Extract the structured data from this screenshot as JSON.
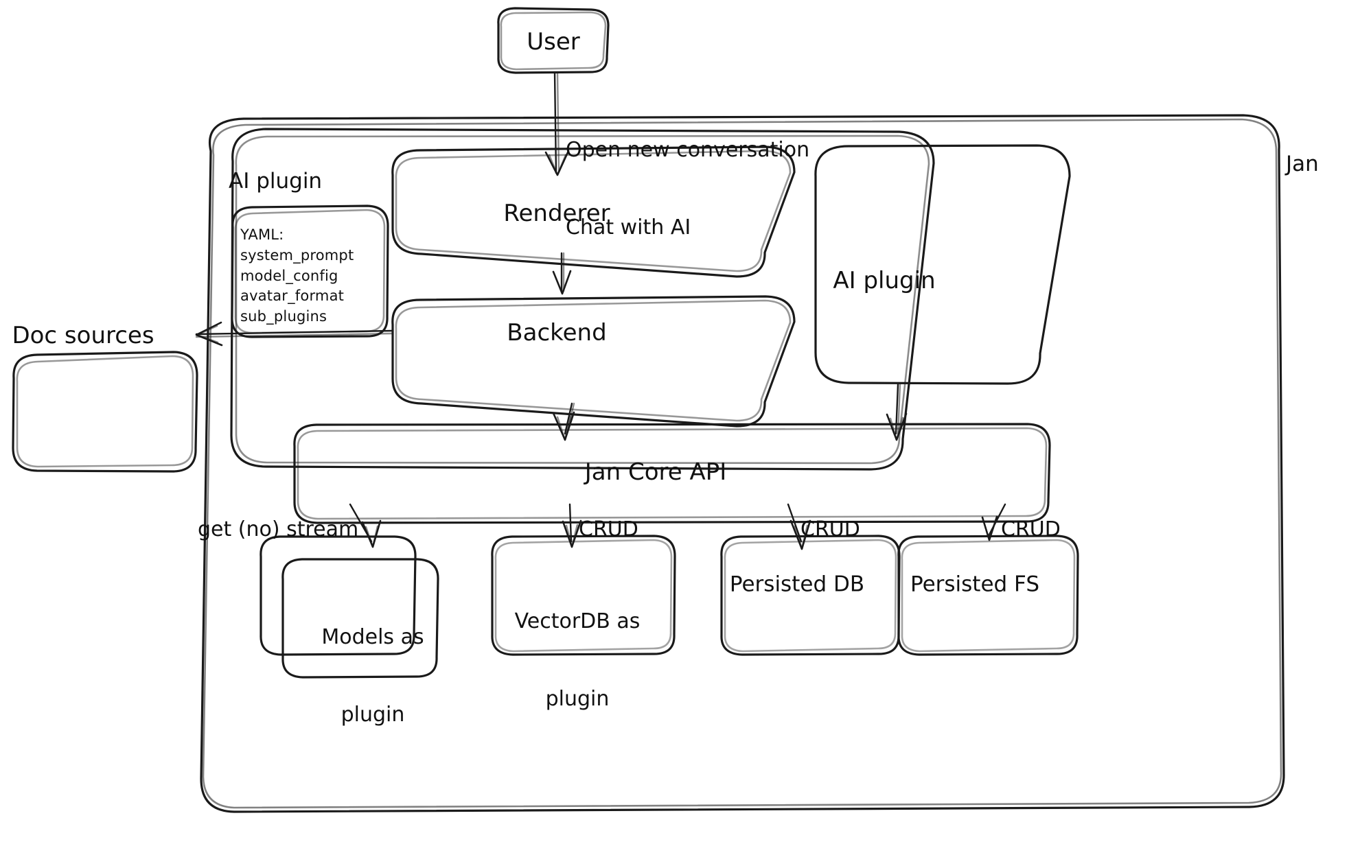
{
  "diagram": {
    "title": "Jan architecture",
    "style": "hand-drawn sketch",
    "stroke_color": "#1a1a1a",
    "background_color": "#ffffff"
  },
  "nodes": {
    "user": {
      "label": "User"
    },
    "jan_container": {
      "label": "Jan"
    },
    "ai_plugin_group": {
      "label": "AI plugin"
    },
    "yaml_card": {
      "lines": [
        "YAML:",
        "system_prompt",
        "model_config",
        "avatar_format",
        "sub_plugins"
      ],
      "text": "YAML:\nsystem_prompt\nmodel_config\navatar_format\nsub_plugins"
    },
    "renderer": {
      "label": "Renderer"
    },
    "backend": {
      "label": "Backend"
    },
    "ai_plugin_box": {
      "label": "AI plugin"
    },
    "doc_sources": {
      "label": "Doc sources"
    },
    "jan_core_api": {
      "label": "Jan Core API"
    },
    "models_as_plugin": {
      "label": "Models as\nplugin",
      "line1": "Models as",
      "line2": "plugin"
    },
    "vectordb_as_plugin": {
      "label": "VectorDB as\nplugin",
      "line1": "VectorDB as",
      "line2": "plugin"
    },
    "persisted_db": {
      "label": "Persisted DB"
    },
    "persisted_fs": {
      "label": "Persisted FS"
    }
  },
  "edges": {
    "user_to_renderer": {
      "label": "Open new conversation\nChat with AI",
      "line1": "Open new conversation",
      "line2": "Chat with AI"
    },
    "renderer_to_backend": {
      "label": ""
    },
    "backend_to_doc_sources": {
      "label": ""
    },
    "backend_to_core": {
      "label": ""
    },
    "ai_plugin_to_core": {
      "label": ""
    },
    "core_to_models": {
      "label": "get (no) stream"
    },
    "core_to_vectordb": {
      "label": "CRUD"
    },
    "core_to_persisted_db": {
      "label": "CRUD"
    },
    "core_to_persisted_fs": {
      "label": "CRUD"
    }
  }
}
